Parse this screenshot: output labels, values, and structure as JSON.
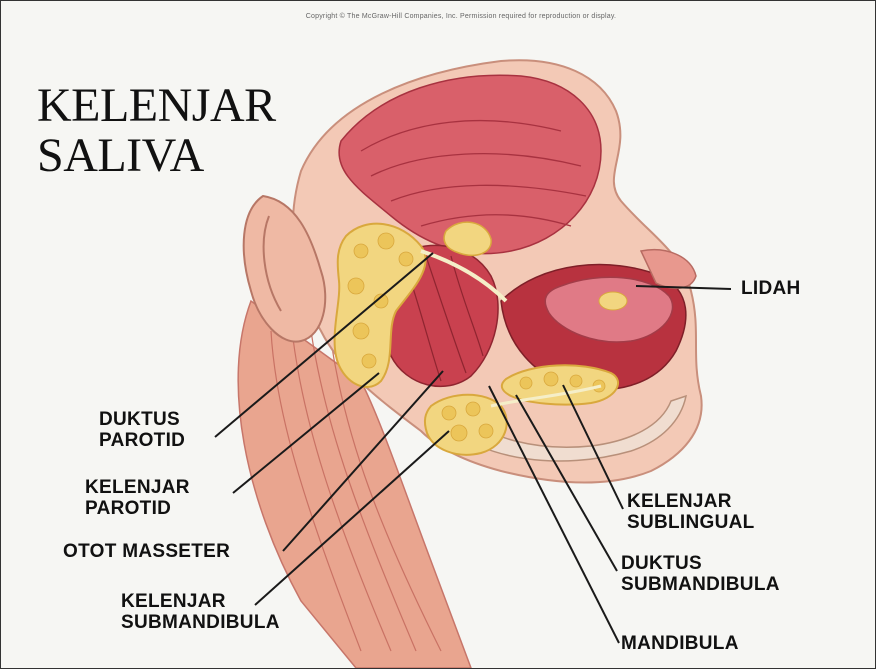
{
  "copyright": "Copyright © The McGraw-Hill Companies, Inc. Permission required for reproduction or display.",
  "title": [
    "KELENJAR",
    "SALIVA"
  ],
  "labels": {
    "lidah": [
      "LIDAH"
    ],
    "duktus_parotid": [
      "DUKTUS",
      "PAROTID"
    ],
    "kelenjar_parotid": [
      "KELENJAR",
      "PAROTID"
    ],
    "otot_masseter": [
      "OTOT MASSETER"
    ],
    "kelenjar_submandibula": [
      "KELENJAR",
      "SUBMANDIBULA"
    ],
    "kelenjar_sublingual": [
      "KELENJAR",
      "SUBLINGUAL"
    ],
    "duktus_submandibula": [
      "DUKTUS",
      "SUBMANDIBULA"
    ],
    "mandibula": [
      "MANDIBULA"
    ]
  },
  "colors": {
    "skin": "#f3c9b6",
    "muscle": "#d9606a",
    "muscle_dark": "#b8323f",
    "gland": "#f2d680",
    "gland_outline": "#d9a83d",
    "line": "#1a1a1a"
  }
}
